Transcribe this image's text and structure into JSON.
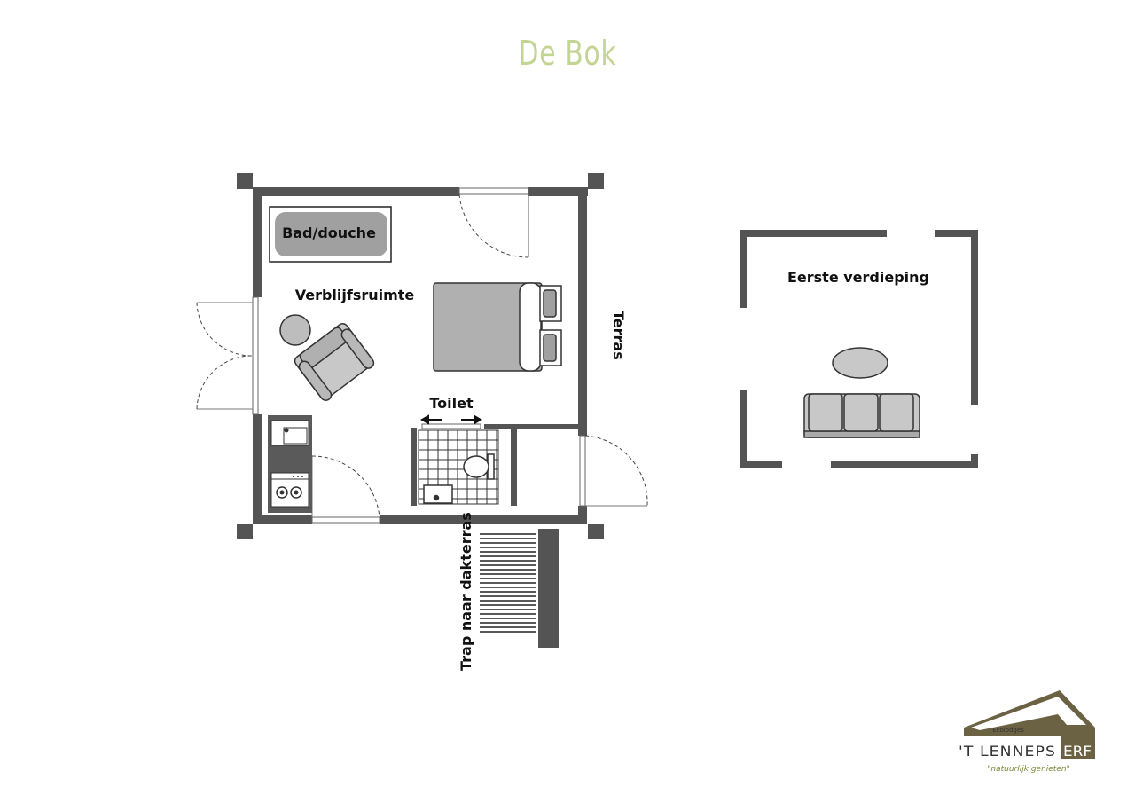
{
  "title": "De Bok",
  "rooms": {
    "bath": "Bad/douche",
    "living": "Verblijfsruimte",
    "toilet": "Toilet",
    "terrace": "Terras",
    "stairs": "Trap naar dakterras",
    "first_floor": "Eerste verdieping"
  },
  "logo": {
    "top": "Ecolodges",
    "name_left": "'T LENNEPS",
    "name_right": "ERF",
    "tagline": "\"natuurlijk genieten\""
  },
  "colors": {
    "wall": "#545454",
    "furniture": "#bdbdbd",
    "title": "#c3d494",
    "logo": "#6b6143"
  }
}
